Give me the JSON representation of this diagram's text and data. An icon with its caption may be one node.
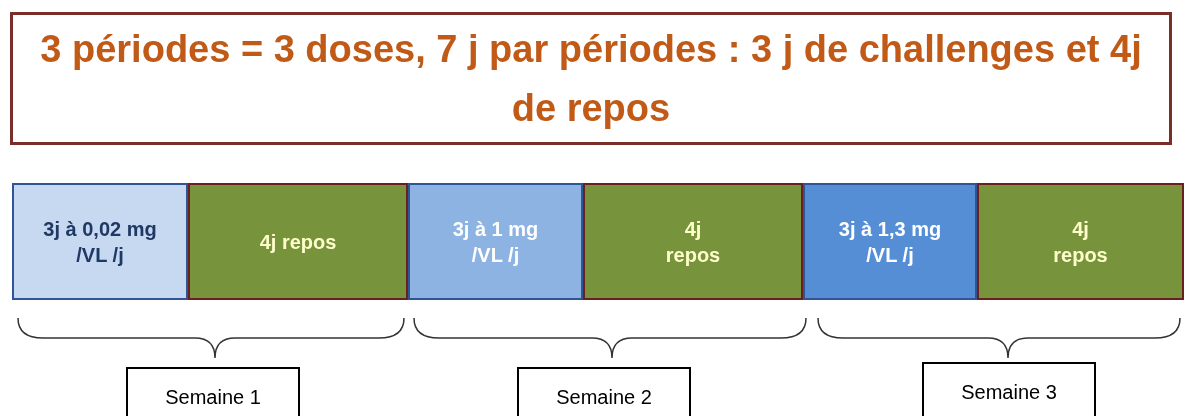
{
  "diagram": {
    "title": "3 périodes = 3 doses, 7 j par périodes : 3 j de challenges et 4j de repos",
    "nodes": [
      {
        "text": [
          "3j à 0,02 mg /VL /j"
        ]
      },
      {
        "text": [
          "4j repos"
        ]
      },
      {
        "text": [
          "3j à 1 mg /VL /j"
        ]
      },
      {
        "text": [
          "4j repos"
        ]
      },
      {
        "text": [
          "3j à 1,3 mg /VL /j"
        ]
      },
      {
        "text": [
          "4j repos"
        ]
      },
      {
        "text": [
          "Semaine 1"
        ]
      },
      {
        "text": [
          "Semaine 2"
        ]
      },
      {
        "text": [
          "Semaine 3"
        ]
      }
    ]
  }
}
